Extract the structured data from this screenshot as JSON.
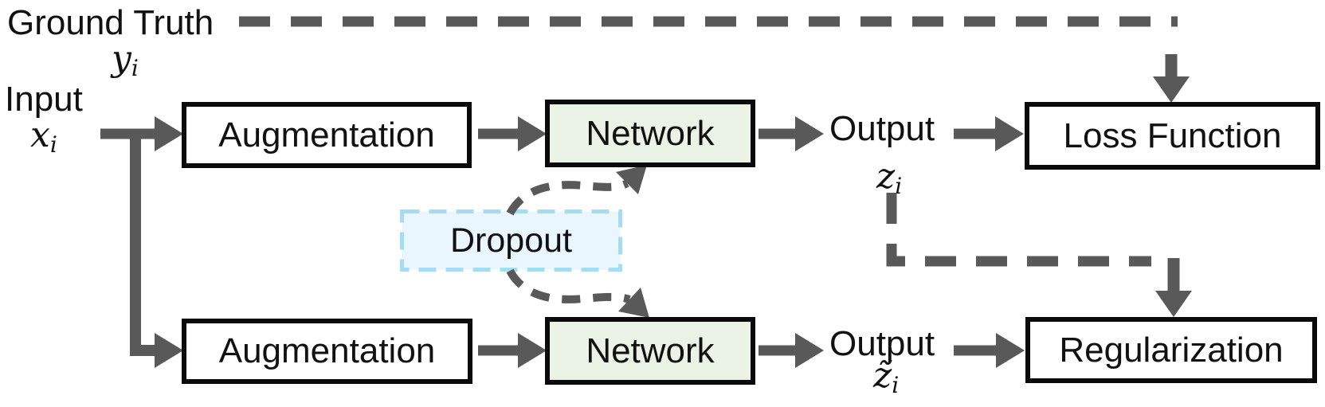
{
  "labels": {
    "ground_truth": "Ground Truth",
    "input": "Input",
    "output_top": "Output",
    "output_bottom": "Output"
  },
  "math": {
    "y": {
      "base": "y",
      "sub": "i"
    },
    "x": {
      "base": "x",
      "sub": "i"
    },
    "z": {
      "base": "z",
      "sub": "i"
    },
    "z_tilde": {
      "base": "z̃",
      "sub": "i"
    }
  },
  "boxes": {
    "augmentation_top": {
      "label": "Augmentation"
    },
    "augmentation_bottom": {
      "label": "Augmentation"
    },
    "network_top": {
      "label": "Network"
    },
    "network_bottom": {
      "label": "Network"
    },
    "dropout": {
      "label": "Dropout"
    },
    "loss": {
      "label": "Loss Function"
    },
    "regularization": {
      "label": "Regularization"
    }
  },
  "colors": {
    "arrow_gray": "#595959",
    "box_border": "#0a0a0a",
    "network_fill": "#eaf3e6",
    "dropout_fill": "#eaf6fd",
    "dropout_border": "#a6dcf2",
    "background": "#ffffff",
    "text_color": "#111111"
  }
}
